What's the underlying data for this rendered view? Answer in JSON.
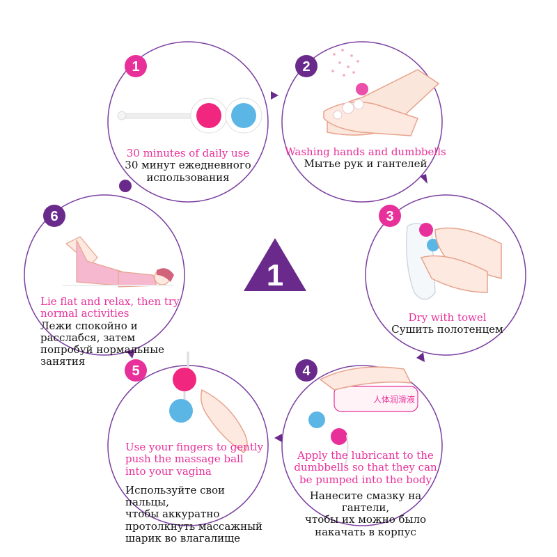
{
  "center_label": "1",
  "colors": {
    "pink": "#e8309a",
    "purple": "#6a2a8c",
    "ring": "#7b3fa0",
    "blue": "#5bb6e6"
  },
  "steps": [
    {
      "num": "1",
      "en": "30 minutes of daily use",
      "ru": [
        "30 минут ежедневного",
        "использования"
      ]
    },
    {
      "num": "2",
      "en": "Washing hands and dumbbells",
      "ru": [
        "Мытье рук и гантелей"
      ]
    },
    {
      "num": "3",
      "en": "Dry with towel",
      "ru": [
        "Сушить полотенцем"
      ]
    },
    {
      "num": "4",
      "en": [
        "Apply the lubricant to the",
        "dumbbells so that they can",
        "be pumped into the body"
      ],
      "ru": [
        "Нанесите смазку на гантели,",
        "чтобы их можно было",
        "накачать в корпус"
      ],
      "bottle_label": "人体润滑液"
    },
    {
      "num": "5",
      "en": [
        "Use your fingers to gently",
        "push the massage ball",
        "into your vagina"
      ],
      "ru": [
        "Используйте свои пальцы,",
        "чтобы аккуратно",
        "протолкнуть массажный",
        "шарик во влагалище"
      ]
    },
    {
      "num": "6",
      "en": [
        "Lie flat and relax, then try",
        "normal activities"
      ],
      "ru": [
        "Лежи спокойно и",
        "расслабся, затем",
        "попробуй нормальные",
        "занятия"
      ]
    }
  ]
}
